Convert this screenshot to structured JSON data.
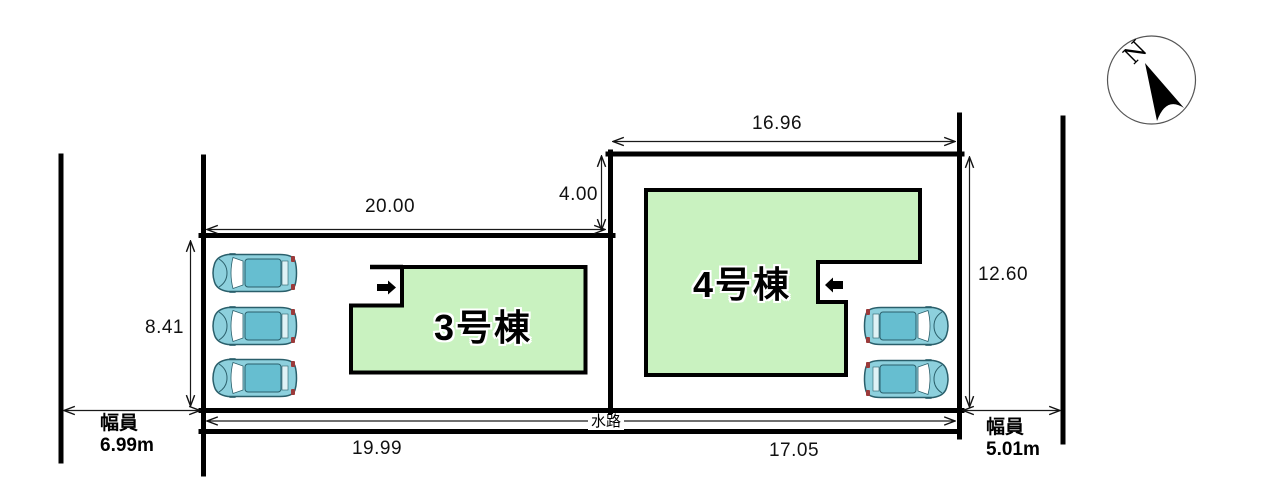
{
  "compass": {
    "north_label": "N"
  },
  "buildings": [
    {
      "name": "3号棟",
      "entrance_arrow": "right-arrow"
    },
    {
      "name": "4号棟",
      "entrance_arrow": "left-arrow"
    }
  ],
  "dimensions": {
    "lot3_frontage_top": "20.00",
    "lot3_depth_left": "8.41",
    "lot3_frontage_bottom": "19.99",
    "lot4_frontage_top": "16.96",
    "lot4_setback": "4.00",
    "lot4_depth_right": "12.60",
    "lot4_frontage_bottom": "17.05"
  },
  "roads": {
    "left": {
      "label": "幅員",
      "value": "6.99m"
    },
    "right": {
      "label": "幅員",
      "value": "5.01m"
    }
  },
  "waterway": {
    "label": "水路"
  },
  "parking": {
    "lot3_car_count": 3,
    "lot4_car_count": 2
  },
  "colors": {
    "building_fill": "#c9f2c0",
    "outline": "#000000",
    "car_body": "#8dd0dd",
    "car_roof": "#66bed0",
    "car_window": "#ffffff",
    "taillight": "#9b3a3a"
  }
}
